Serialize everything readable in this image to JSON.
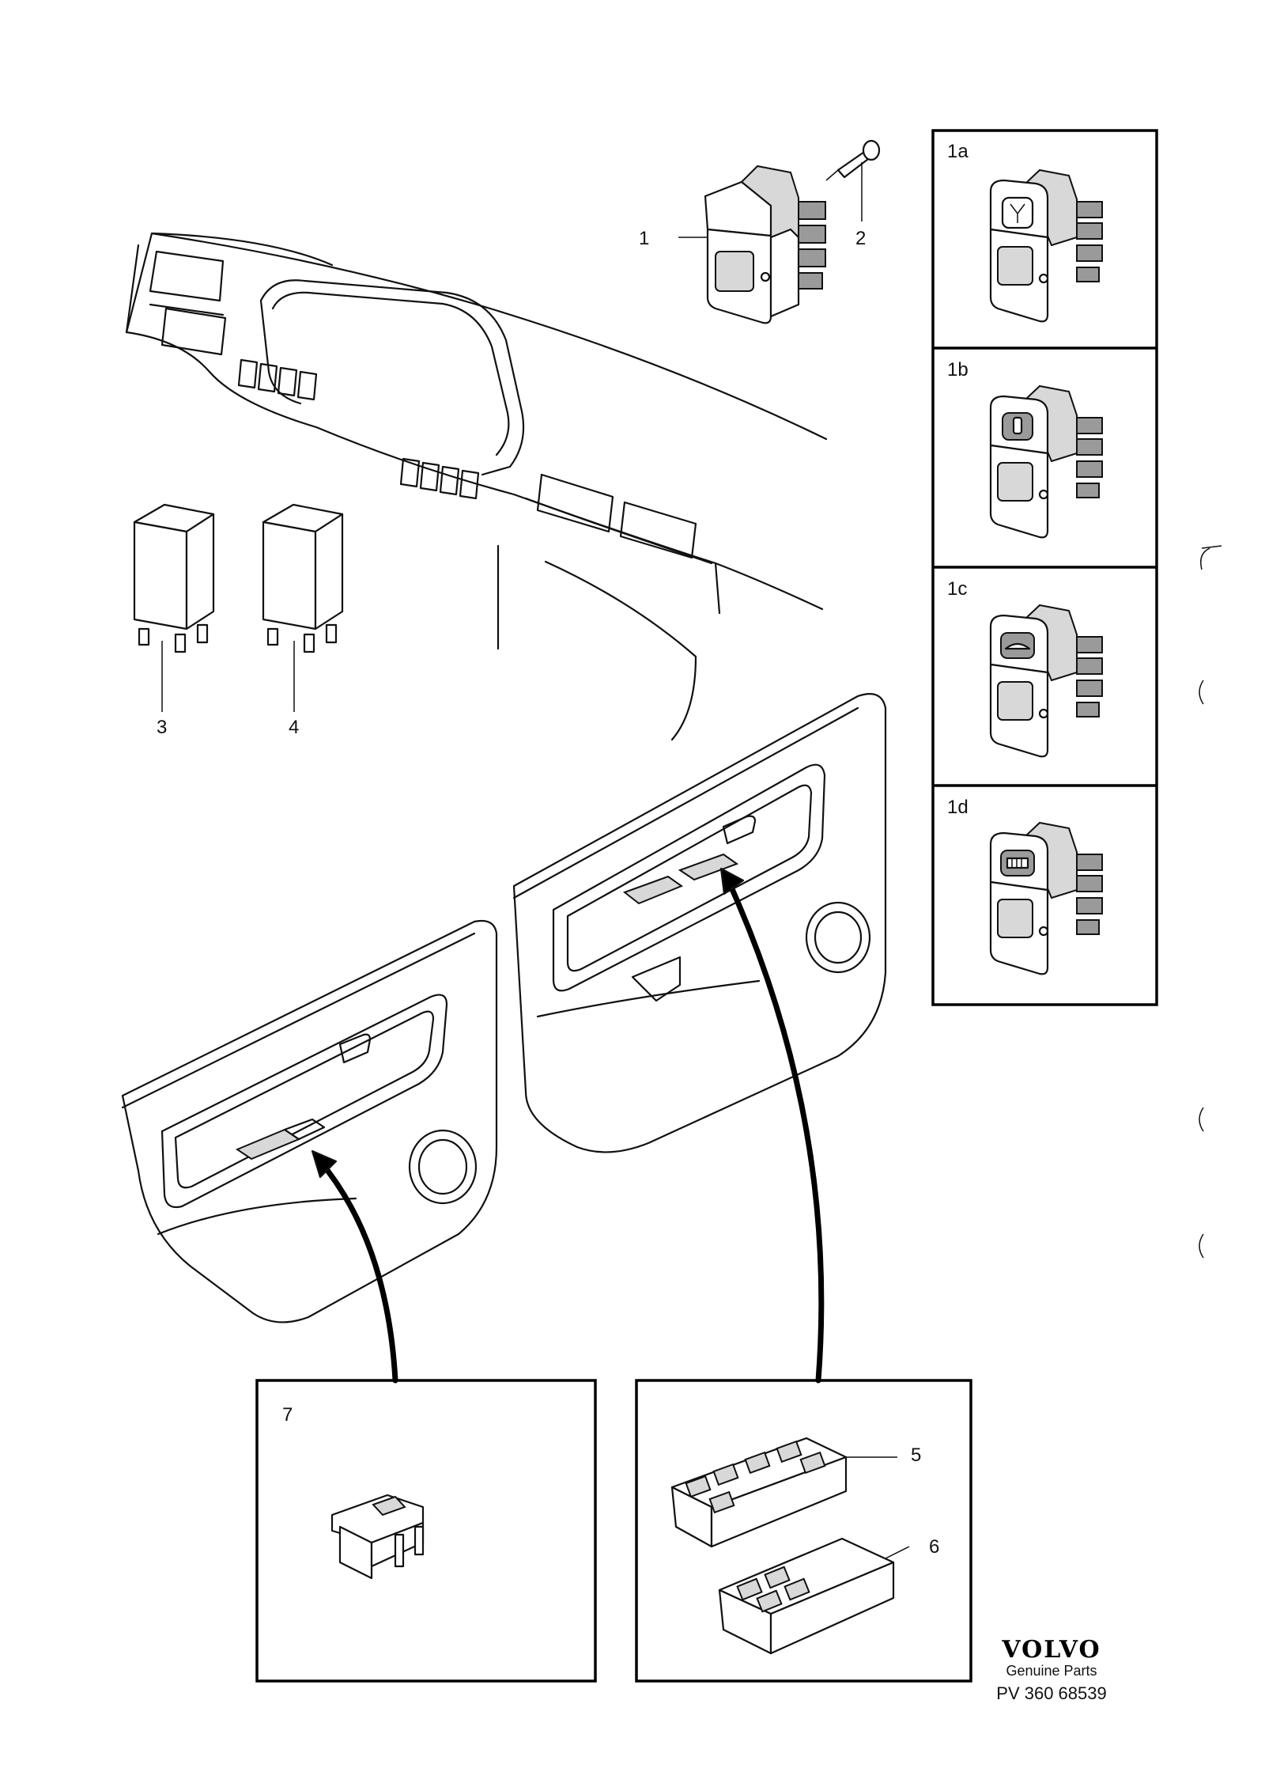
{
  "callouts": {
    "c1": "1",
    "c2": "2",
    "c3": "3",
    "c4": "4",
    "c5": "5",
    "c6": "6",
    "c7": "7",
    "c1a": "1a",
    "c1b": "1b",
    "c1c": "1c",
    "c1d": "1d"
  },
  "footer": {
    "brand": "VOLVO",
    "subtitle": "Genuine Parts",
    "code": "PV 360 68539"
  }
}
